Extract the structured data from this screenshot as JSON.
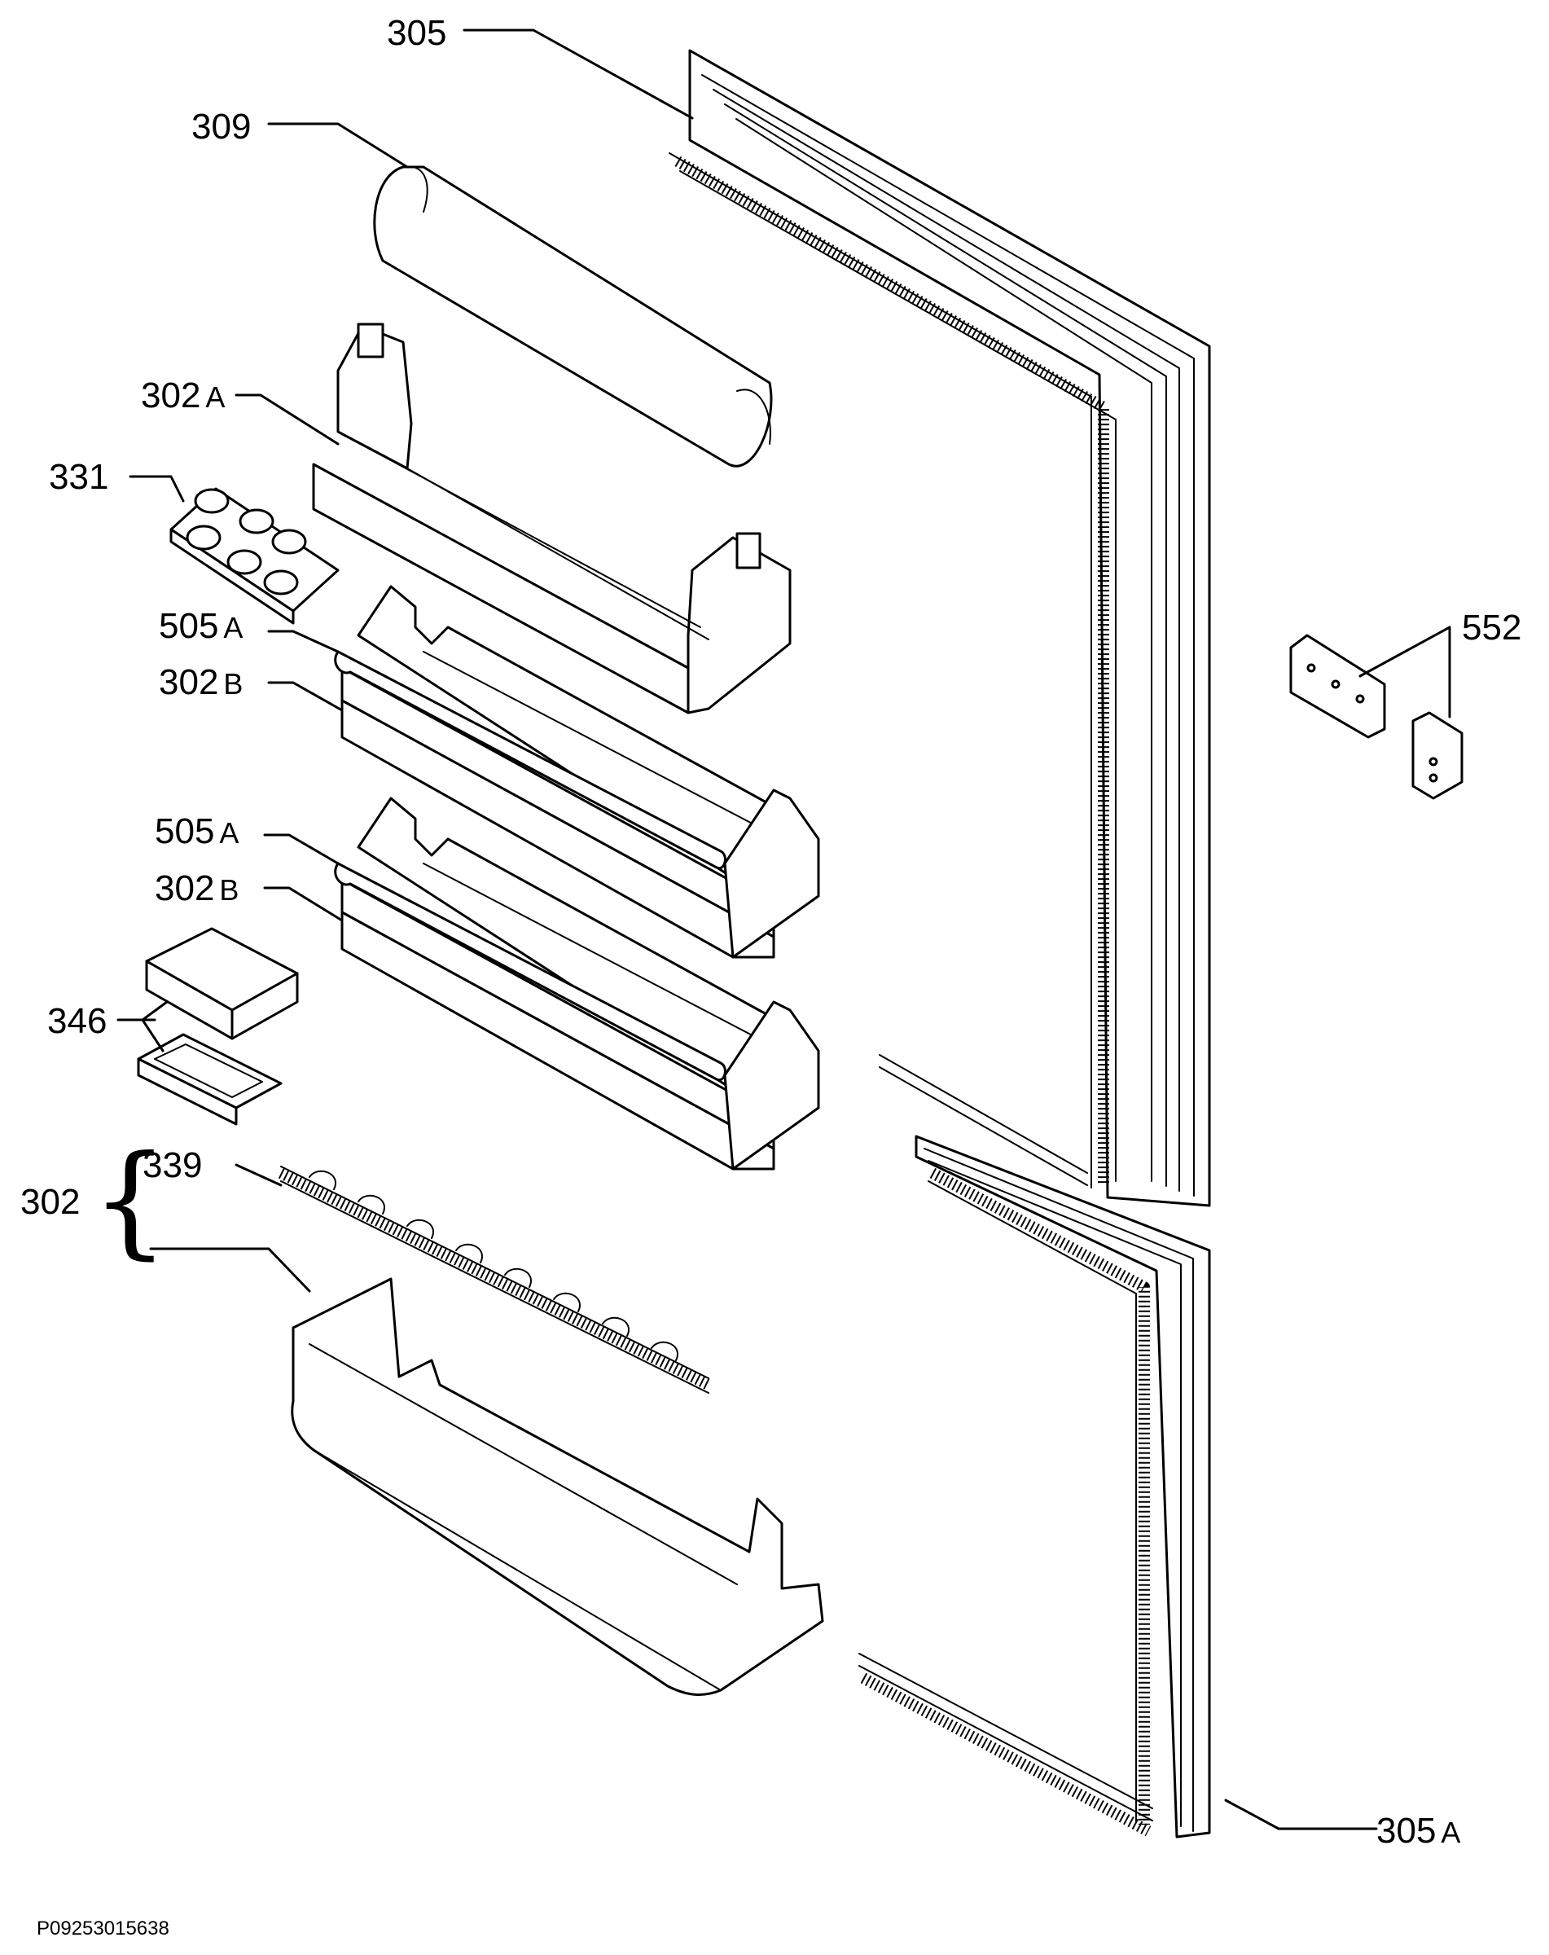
{
  "drawing": {
    "code": "P09253015638"
  },
  "callouts": {
    "c305": "305",
    "c309": "309",
    "c302a": "302",
    "c302a_suffix": "A",
    "c331": "331",
    "c505a_1": "505",
    "c505a_1_suffix": "A",
    "c302b_1": "302",
    "c302b_1_suffix": "B",
    "c505a_2": "505",
    "c505a_2_suffix": "A",
    "c302b_2": "302",
    "c302b_2_suffix": "B",
    "c346": "346",
    "c339": "339",
    "c302": "302",
    "c552": "552",
    "c305a": "305",
    "c305a_suffix": "A"
  },
  "symbols": {
    "brace": "{"
  }
}
